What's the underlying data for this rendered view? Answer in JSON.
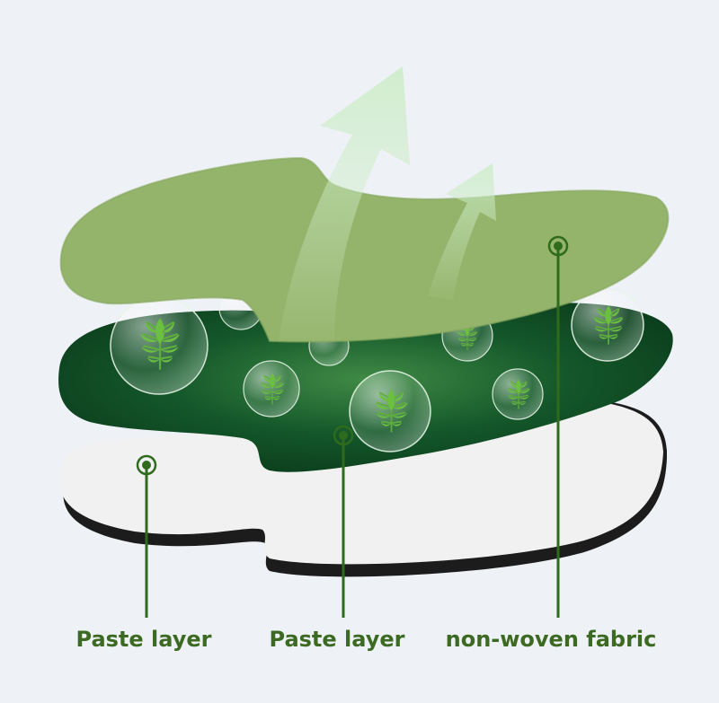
{
  "labels": {
    "left": "Paste layer",
    "middle": "Paste layer",
    "right": "non-woven fabric"
  },
  "colors": {
    "background": "#eef1f6",
    "fabric_green": "#94b46b",
    "paste_dark_green": "#0f4a22",
    "base_white": "#f1f1f1",
    "leader_green": "#2f6b1d",
    "label_green": "#3c6a22",
    "arrow_mint": "#c8ebc7"
  },
  "icons": [
    "leaf-icon",
    "bubble-icon",
    "arrow-up-icon",
    "target-marker-icon"
  ]
}
